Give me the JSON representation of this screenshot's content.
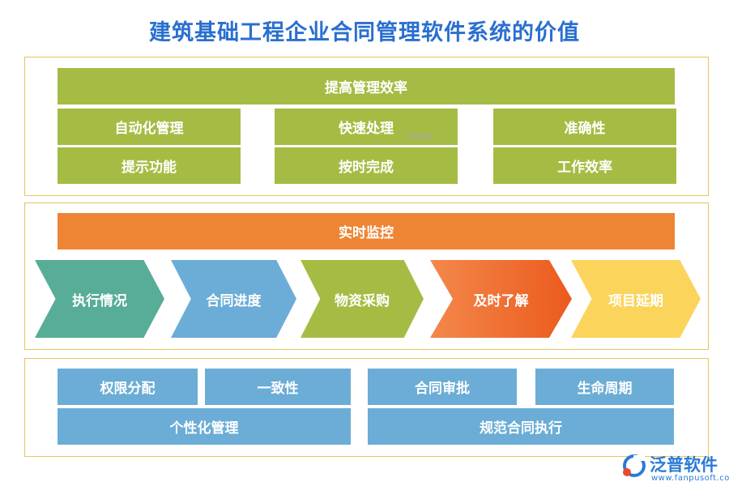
{
  "title": "建筑基础工程企业合同管理软件系统的价值",
  "section1": {
    "header": "提高管理效率",
    "items": [
      "自动化管理",
      "快速处理",
      "准确性",
      "提示功能",
      "按时完成",
      "工作效率"
    ],
    "watermark": "泛普软件"
  },
  "section2": {
    "header": "实时监控",
    "steps": [
      {
        "label": "执行情况",
        "color": "#57ad98"
      },
      {
        "label": "合同进度",
        "color": "#6badd6"
      },
      {
        "label": "物资采购",
        "color": "#a5bc44"
      },
      {
        "label": "及时了解",
        "color": "#f07030"
      },
      {
        "label": "项目延期",
        "color": "#fbd45c"
      }
    ]
  },
  "section3": {
    "items": [
      "权限分配",
      "一致性",
      "合同审批",
      "生命周期",
      "个性化管理",
      "规范合同执行"
    ]
  },
  "logo": {
    "name": "泛普软件",
    "url": "www.fanpusoft.com"
  },
  "colors": {
    "title": "#2a6fd0",
    "green": "#a5bc44",
    "orange": "#ee8535",
    "blue": "#6badd6",
    "border": "#e8c55a"
  }
}
